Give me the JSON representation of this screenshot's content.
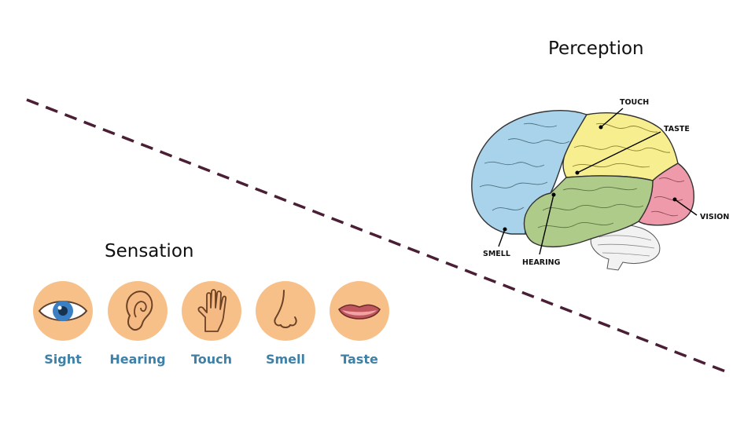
{
  "slide": {
    "perception_title": "Perception",
    "sensation_title": "Sensation"
  },
  "senses": [
    {
      "label": "Sight",
      "icon": "eye-icon"
    },
    {
      "label": "Hearing",
      "icon": "ear-icon"
    },
    {
      "label": "Touch",
      "icon": "hand-icon"
    },
    {
      "label": "Smell",
      "icon": "nose-icon"
    },
    {
      "label": "Taste",
      "icon": "lips-icon"
    }
  ],
  "brain": {
    "icon": "brain-icon",
    "labels": {
      "touch": "TOUCH",
      "taste": "TASTE",
      "vision": "VISION",
      "smell": "SMELL",
      "hearing": "HEARING"
    }
  },
  "colors": {
    "divider": "#4a1e34",
    "icon_circle": "#f8c089",
    "sense_label": "#3d80a8",
    "brain_smell": "#a9d3ea",
    "brain_touch_taste": "#f7ef8f",
    "brain_vision": "#ef9aaa",
    "brain_hearing": "#aecb8a"
  }
}
